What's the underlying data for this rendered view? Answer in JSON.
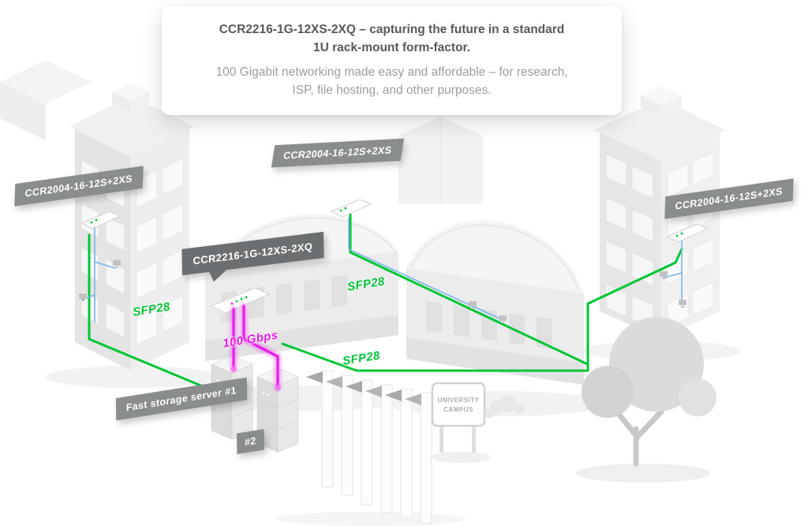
{
  "callout": {
    "title_line1": "CCR2216-1G-12XS-2XQ – capturing the future in a standard",
    "title_line2": "1U rack-mount form-factor.",
    "body_line1": "100 Gigabit networking made easy and affordable – for research,",
    "body_line2": "ISP, file hosting, and other purposes."
  },
  "banners": {
    "router_left": "CCR2004-16-12S+2XS",
    "router_top": "CCR2004-16-12S+2XS",
    "router_right": "CCR2004-16-12S+2XS",
    "router_main": "CCR2216-1G-12XS-2XQ",
    "storage_1": "Fast storage server #1",
    "storage_2": "#2"
  },
  "cable_labels": {
    "sfp28_left": "SFP28",
    "sfp28_mid": "SFP28",
    "sfp28_bottom": "SFP28",
    "speed": "100 Gbps"
  },
  "sign": {
    "line1": "UNIVERSITY",
    "line2": "CAMPUS"
  },
  "colors": {
    "cable_green": "#00c635",
    "cable_magenta": "#e81ae8",
    "cable_blue": "#7ab6e8",
    "banner_gray": "#8a8d8e",
    "banner_dark": "#6c6f71"
  }
}
